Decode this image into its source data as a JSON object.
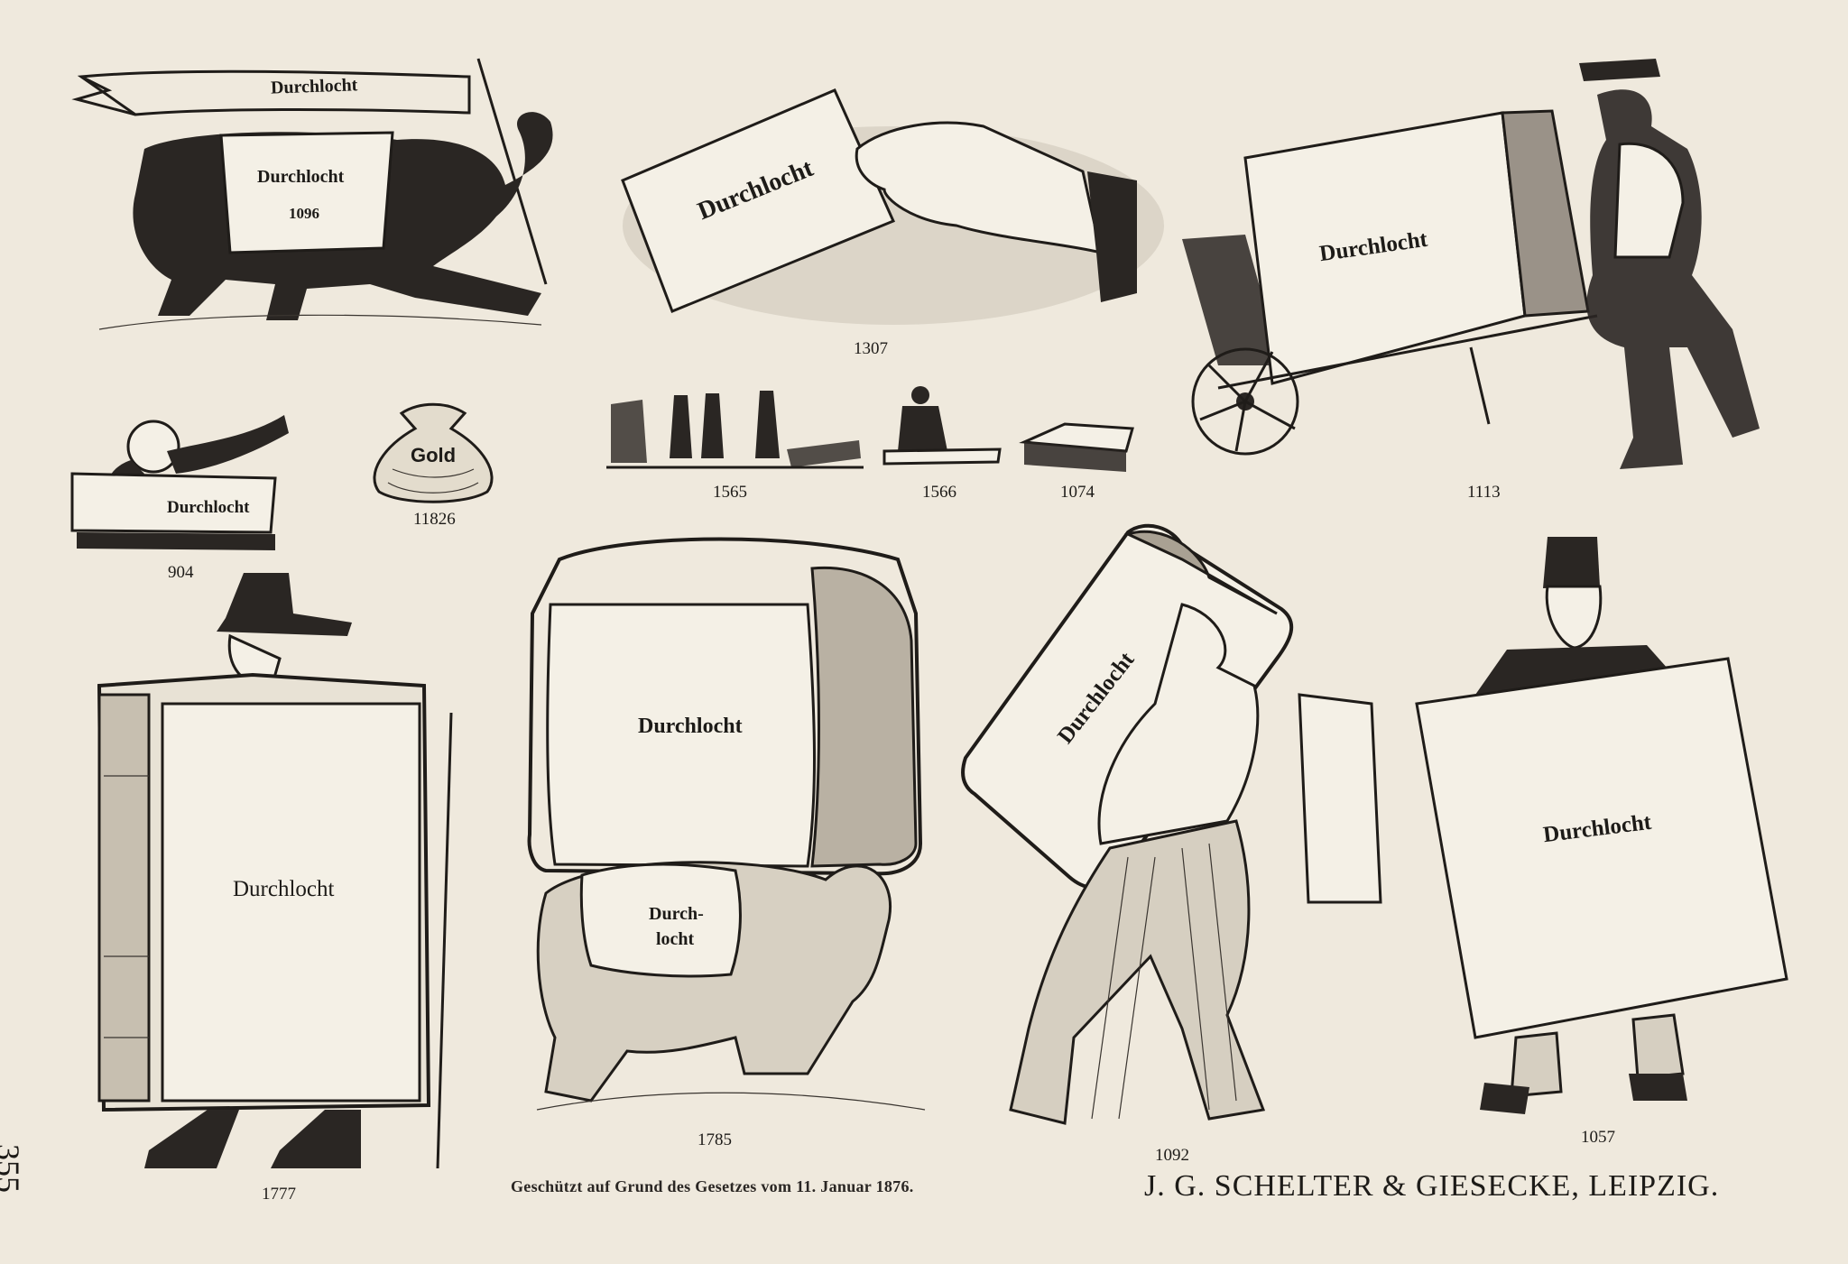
{
  "page_number": "355",
  "copyright_notice": "Geschützt auf Grund des Gesetzes vom 11. Januar 1876.",
  "publisher": "J. G. SCHELTER & GIESECKE, LEIPZIG.",
  "figures": {
    "elephant_banner": {
      "number": "1096",
      "banner_text": "Durchlocht",
      "blanket_text": "Durchlocht",
      "blanket_number": "1096"
    },
    "hand_card": {
      "number": "1307",
      "card_text": "Durchlocht"
    },
    "wheelbarrow": {
      "number": "1113",
      "crate_text": "Durchlocht"
    },
    "imp_sign": {
      "number": "904",
      "sign_text": "Durchlocht"
    },
    "gold_bag": {
      "number": "11826",
      "bag_text": "Gold"
    },
    "workers": {
      "number": "1565"
    },
    "clerk": {
      "number": "1566"
    },
    "book_small": {
      "number": "1074"
    },
    "book_man": {
      "number": "1777",
      "cover_text": "Durchlocht"
    },
    "trunk_elephant": {
      "number": "1785",
      "trunk_text": "Durchlocht",
      "blanket_text_1": "Durch-",
      "blanket_text_2": "locht"
    },
    "porter": {
      "number": "1092",
      "trunk_text": "Durchlocht"
    },
    "sign_man": {
      "number": "1057",
      "sign_text": "Durchlocht"
    }
  }
}
